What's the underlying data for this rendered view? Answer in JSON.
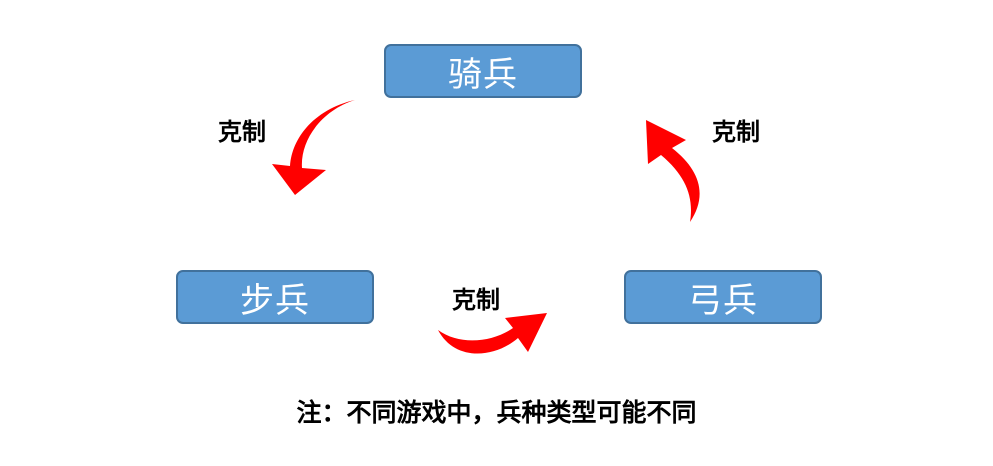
{
  "nodes": {
    "cavalry": "骑兵",
    "infantry": "步兵",
    "archer": "弓兵"
  },
  "relations": [
    {
      "from": "cavalry",
      "to": "infantry",
      "label": "克制"
    },
    {
      "from": "archer",
      "to": "cavalry",
      "label": "克制"
    },
    {
      "from": "infantry",
      "to": "archer",
      "label": "克制"
    }
  ],
  "note": "注：不同游戏中，兵种类型可能不同",
  "colors": {
    "box_fill": "#5b9bd5",
    "box_border": "#41719c",
    "arrow": "#ff0000"
  }
}
